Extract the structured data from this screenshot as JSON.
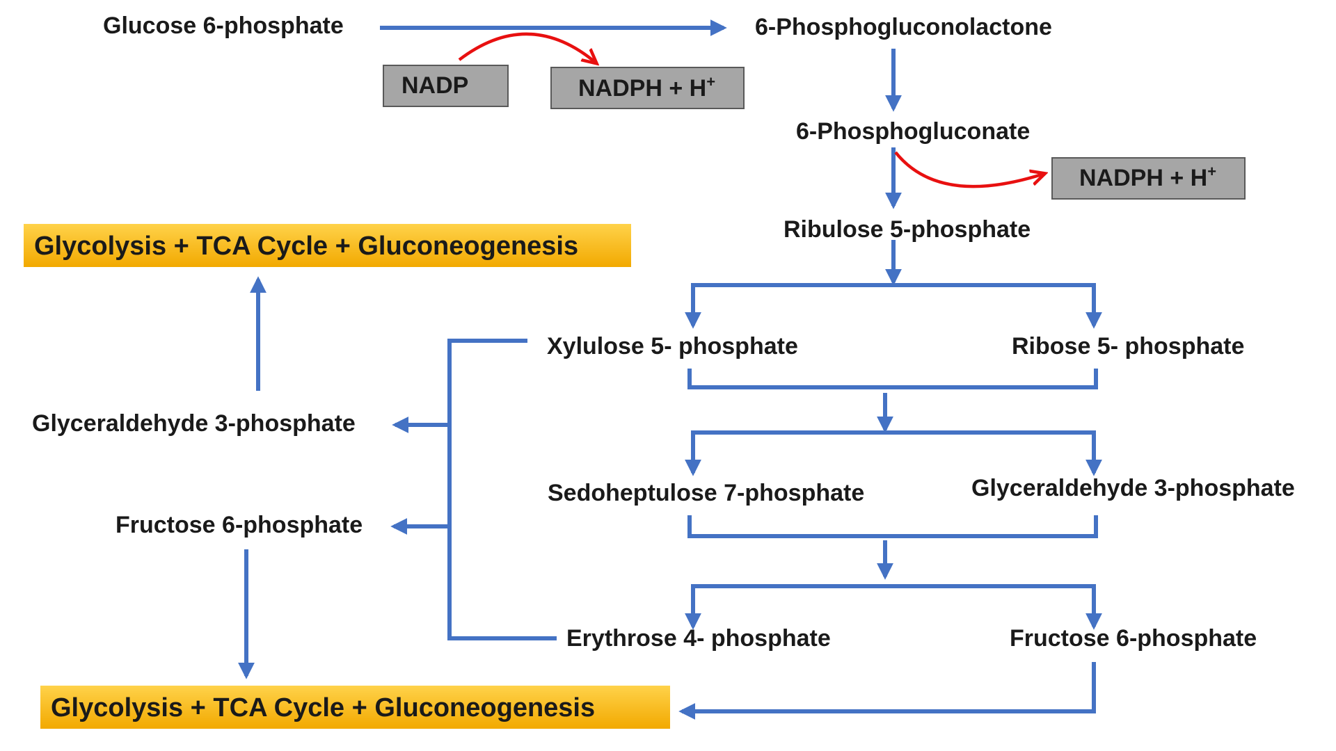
{
  "colors": {
    "flow_arrow": "#4472c4",
    "nadph_arrow": "#e81010",
    "gray_box_fill": "#a6a6a6",
    "gray_box_stroke": "#595959",
    "gold_box_top": "#ffd24a",
    "gold_box_bottom": "#f2a900",
    "text": "#1a1a1a"
  },
  "metabolites": {
    "glucose_6_phosphate": "Glucose 6-phosphate",
    "phosphogluconolactone": "6-Phosphogluconolactone",
    "phosphogluconate": "6-Phosphogluconate",
    "ribulose_5_phosphate": "Ribulose 5-phosphate",
    "xylulose_5_phosphate": "Xylulose 5- phosphate",
    "ribose_5_phosphate": "Ribose 5- phosphate",
    "sedoheptulose_7_phosphate": "Sedoheptulose 7-phosphate",
    "glyceraldehyde_3_phosphate_right": "Glyceraldehyde 3-phosphate",
    "erythrose_4_phosphate": "Erythrose 4- phosphate",
    "fructose_6_phosphate_right": "Fructose 6-phosphate",
    "glyceraldehyde_3_phosphate_left": "Glyceraldehyde 3-phosphate",
    "fructose_6_phosphate_left": "Fructose 6-phosphate"
  },
  "cofactors": {
    "nadp": "NADP",
    "nadph_1": "NADPH + H",
    "nadph_1_superscript": "+",
    "nadph_2": "NADPH + H",
    "nadph_2_superscript": "+"
  },
  "outcomes": {
    "top": "Glycolysis + TCA Cycle + Gluconeogenesis",
    "bottom": "Glycolysis + TCA Cycle + Gluconeogenesis"
  }
}
